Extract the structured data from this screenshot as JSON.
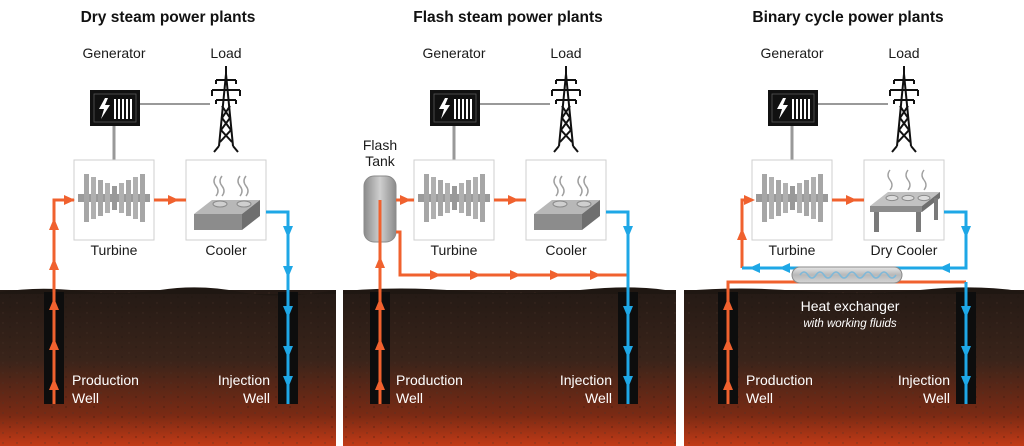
{
  "panels": [
    {
      "title": "Dry steam power plants",
      "generator": "Generator",
      "load": "Load",
      "turbine": "Turbine",
      "cooler": "Cooler",
      "production_well": [
        "Production",
        "Well"
      ],
      "injection_well": [
        "Injection",
        "Well"
      ]
    },
    {
      "title": "Flash steam power plants",
      "generator": "Generator",
      "load": "Load",
      "flash_tank": [
        "Flash",
        "Tank"
      ],
      "turbine": "Turbine",
      "cooler": "Cooler",
      "production_well": [
        "Production",
        "Well"
      ],
      "injection_well": [
        "Injection",
        "Well"
      ]
    },
    {
      "title": "Binary cycle power plants",
      "generator": "Generator",
      "load": "Load",
      "turbine": "Turbine",
      "cooler": "Dry Cooler",
      "heat_exchanger": [
        "Heat exchanger",
        "with working fluids"
      ],
      "production_well": [
        "Production",
        "Well"
      ],
      "injection_well": [
        "Injection",
        "Well"
      ]
    }
  ],
  "colors": {
    "hot_flow": "#f0612e",
    "cold_flow": "#1ea7e6",
    "ground_top": "#2a1f19",
    "ground_bottom": "#b02a12",
    "generator_box": "#111111"
  },
  "icons": [
    "generator-icon",
    "pylon-icon",
    "turbine-icon",
    "cooler-icon",
    "flash-tank-icon",
    "heat-exchanger-icon",
    "arrow-icon"
  ]
}
